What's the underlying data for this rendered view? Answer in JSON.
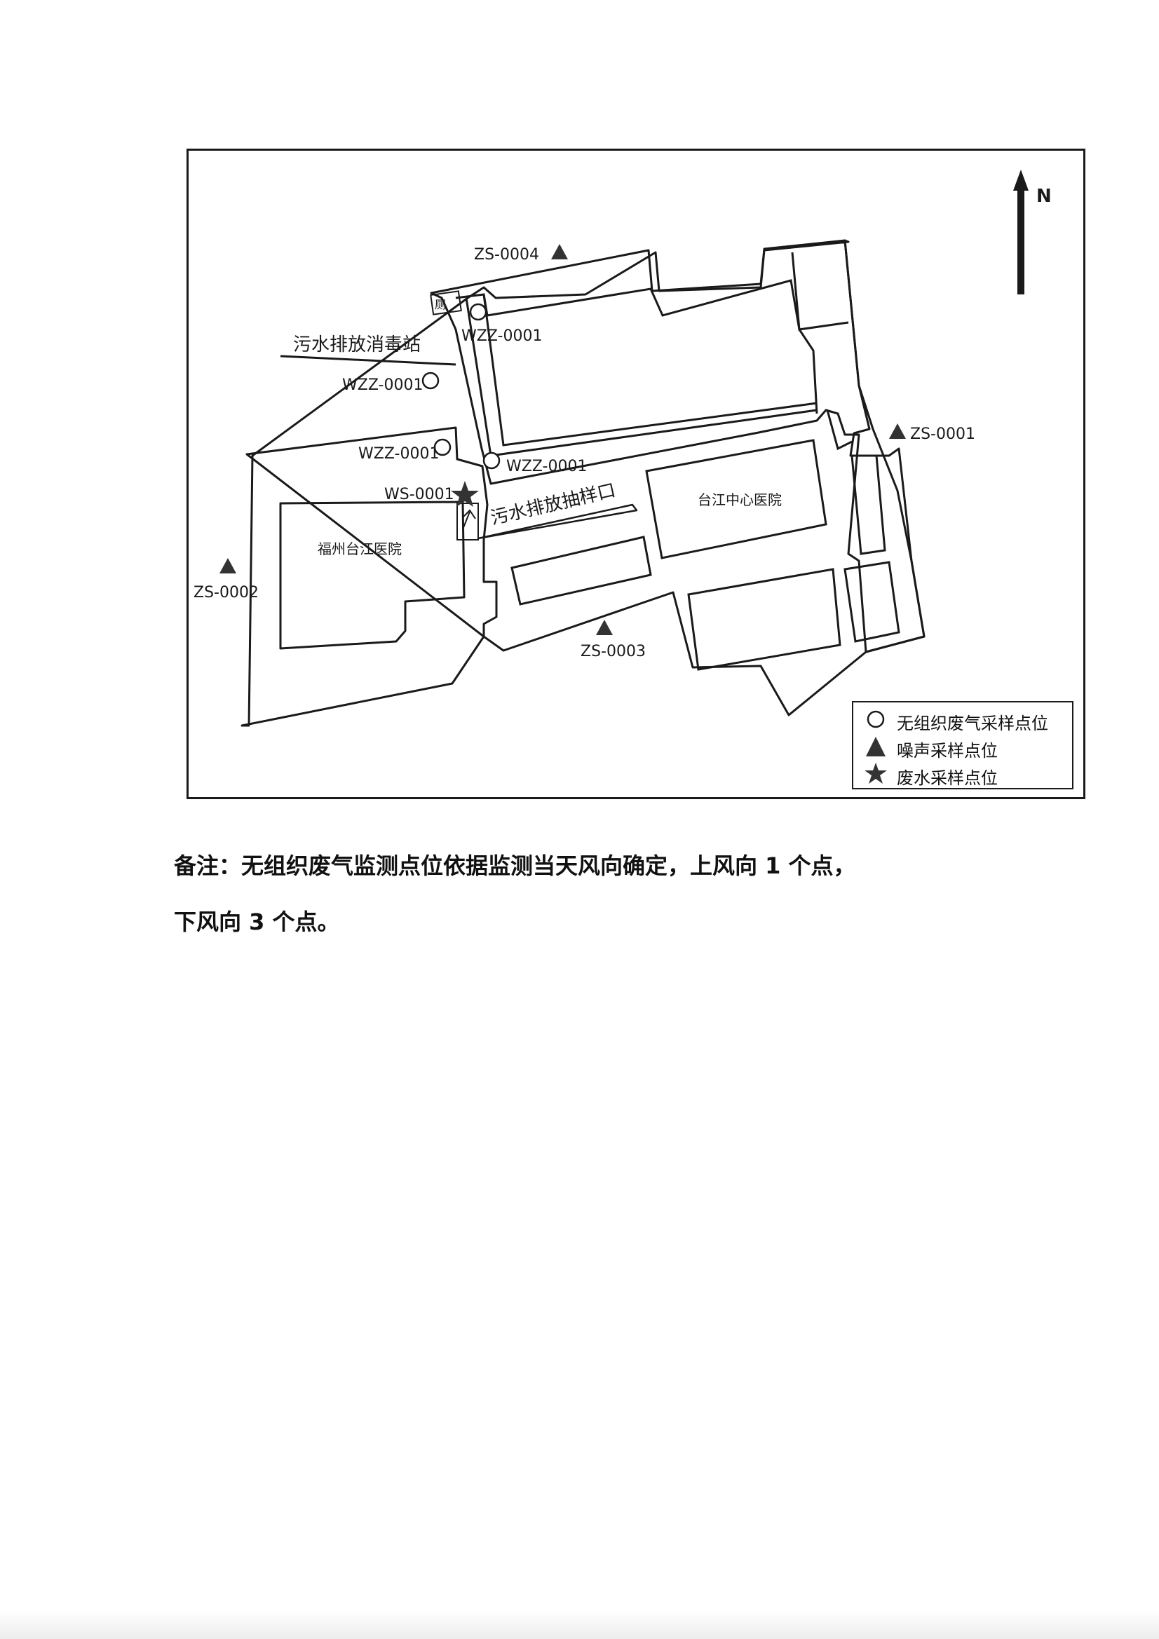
{
  "map": {
    "north_label": "N",
    "buildings": {
      "fuzhou_taijiang": "福州台江医院",
      "taijiang_center": "台江中心医院",
      "toilet": "厕"
    },
    "areas": {
      "sewage_station": "污水排放消毒站",
      "sewage_outlet": "污水排放抽样口"
    },
    "points": {
      "zs1": "ZS-0001",
      "zs2": "ZS-0002",
      "zs3": "ZS-0003",
      "zs4": "ZS-0004",
      "wzz_a": "WZZ-0001",
      "wzz_b": "WZZ-0001",
      "wzz_c": "WZZ-0001",
      "wzz_d": "WZZ-0001",
      "ws1": "WS-0001"
    },
    "legend": {
      "circle": "无组织废气采样点位",
      "triangle": "噪声采样点位",
      "star": "废水采样点位"
    }
  },
  "note": {
    "line1": "备注：无组织废气监测点位依据监测当天风向确定，上风向 1 个点，",
    "line2": "下风向 3 个点。"
  }
}
